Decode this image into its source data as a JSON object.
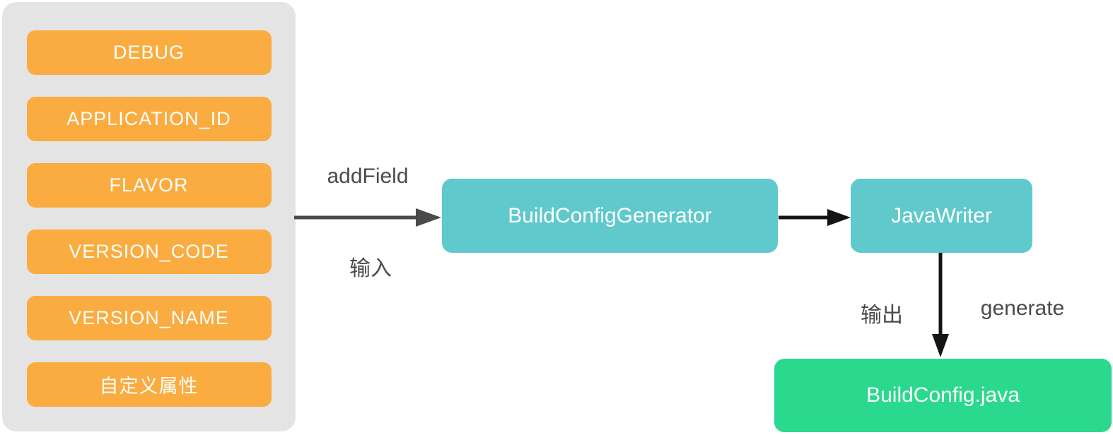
{
  "diagram": {
    "panel": {
      "fields": [
        {
          "label": "DEBUG"
        },
        {
          "label": "APPLICATION_ID"
        },
        {
          "label": "FLAVOR"
        },
        {
          "label": "VERSION_CODE"
        },
        {
          "label": "VERSION_NAME"
        },
        {
          "label": "自定义属性"
        }
      ]
    },
    "nodes": {
      "generator": {
        "label": "BuildConfigGenerator"
      },
      "writer": {
        "label": "JavaWriter"
      },
      "output_file": {
        "label": "BuildConfig.java"
      }
    },
    "edges": {
      "input": {
        "label_top": "addField",
        "label_bottom": "输入"
      },
      "output": {
        "label_left": "输出",
        "label_right": "generate"
      }
    },
    "colors": {
      "panel_bg": "#E4E4E4",
      "field_chip": "#FAAC40",
      "process_node": "#5FC9CB",
      "output_node": "#2AD98D",
      "arrow_input": "#4A4A4A",
      "arrow_dark": "#141414",
      "label_text": "#4A4A4A",
      "node_text": "#FFFFFF"
    }
  }
}
